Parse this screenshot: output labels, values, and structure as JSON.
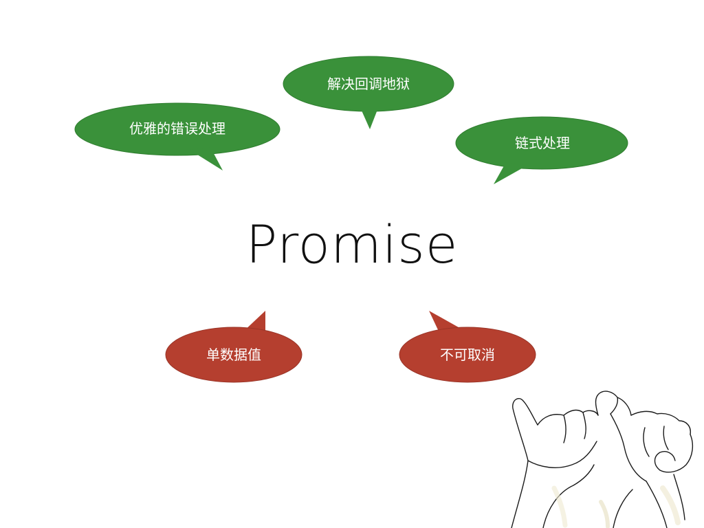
{
  "slide": {
    "title": "Promise"
  },
  "bubbles": {
    "top_center": {
      "label": "解决回调地狱",
      "color": "#3a913a"
    },
    "top_left": {
      "label": "优雅的错误处理",
      "color": "#3a913a"
    },
    "top_right": {
      "label": "链式处理",
      "color": "#3a913a"
    },
    "bottom_left": {
      "label": "单数据值",
      "color": "#b53f2f"
    },
    "bottom_right": {
      "label": "不可取消",
      "color": "#b53f2f"
    }
  },
  "illustration": {
    "icon": "pinky-promise-hands-icon"
  }
}
